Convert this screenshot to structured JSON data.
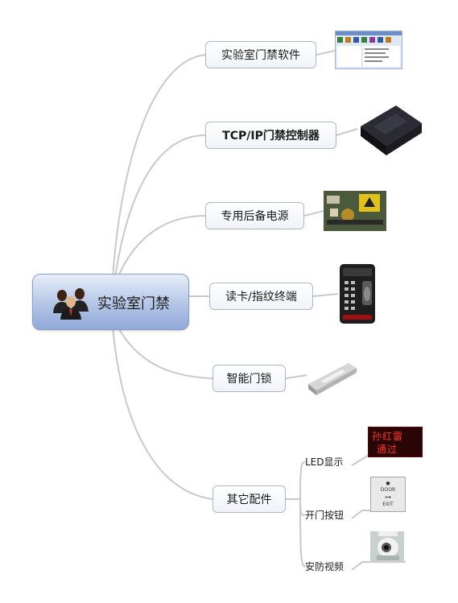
{
  "central": {
    "label": "实验室门禁",
    "icon": "people-group-icon"
  },
  "topics": [
    {
      "label": "实验室门禁软件",
      "image": "software-screenshot"
    },
    {
      "label": "TCP/IP门禁控制器",
      "image": "controller-box"
    },
    {
      "label": "专用后备电源",
      "image": "power-supply"
    },
    {
      "label": "读卡/指纹终端",
      "image": "fingerprint-reader"
    },
    {
      "label": "智能门锁",
      "image": "magnetic-lock"
    },
    {
      "label": "其它配件",
      "image": ""
    }
  ],
  "accessories": [
    {
      "label": "LED显示",
      "image": "led-display"
    },
    {
      "label": "开门按钮",
      "image": "exit-button"
    },
    {
      "label": "安防视频",
      "image": "security-camera"
    }
  ],
  "images_text": {
    "led_line1": "孙红雷",
    "led_line2": "通过",
    "exit_top": "DOOR",
    "exit_bottom": "EXIT"
  },
  "colors": {
    "central_fill": "#b3c5e6",
    "connector": "#c8c8c8",
    "led_text": "#ff3322"
  }
}
